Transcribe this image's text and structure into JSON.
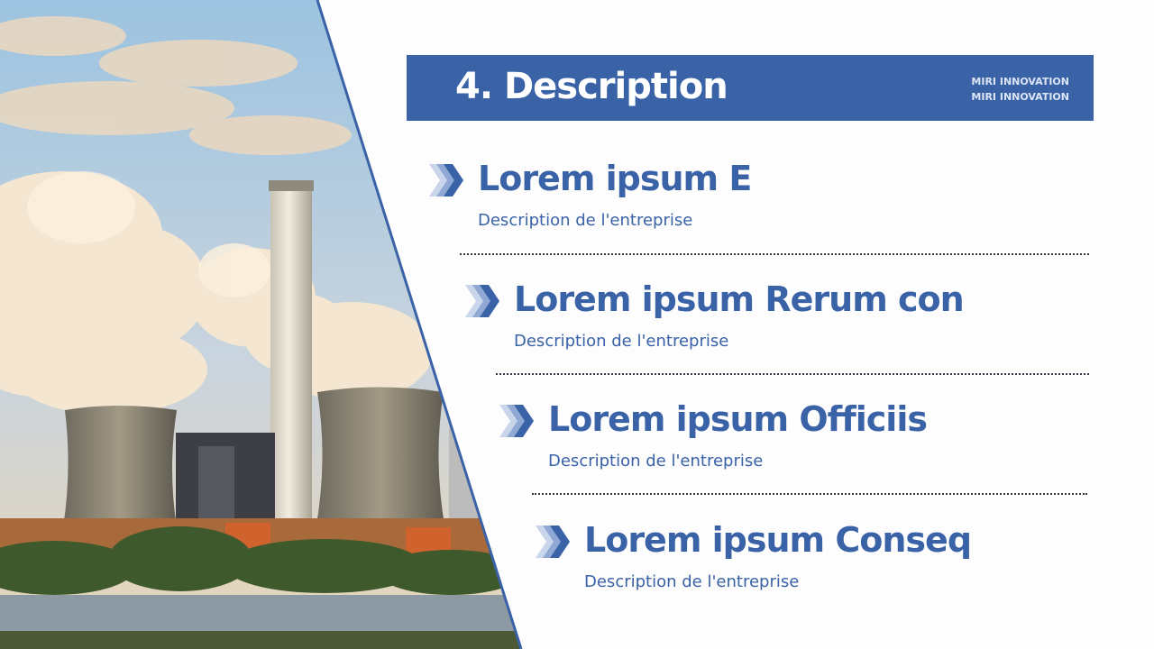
{
  "header": {
    "title": "4. Description",
    "brand_lines": [
      "MIRI INNOVATION",
      "MIRI INNOVATION"
    ]
  },
  "items": [
    {
      "title": "Lorem ipsum E",
      "description": "Description de l'entreprise",
      "icon": "double-chevron-right-icon"
    },
    {
      "title": "Lorem ipsum Rerum con",
      "description": "Description de l'entreprise",
      "icon": "double-chevron-right-icon"
    },
    {
      "title": "Lorem ipsum Officiis",
      "description": "Description de l'entreprise",
      "icon": "double-chevron-right-icon"
    },
    {
      "title": "Lorem ipsum Conseq",
      "description": "Description de l'entreprise",
      "icon": "double-chevron-right-icon"
    }
  ],
  "colors": {
    "accent": "#3a62a7",
    "background": "#fdfdfd"
  }
}
